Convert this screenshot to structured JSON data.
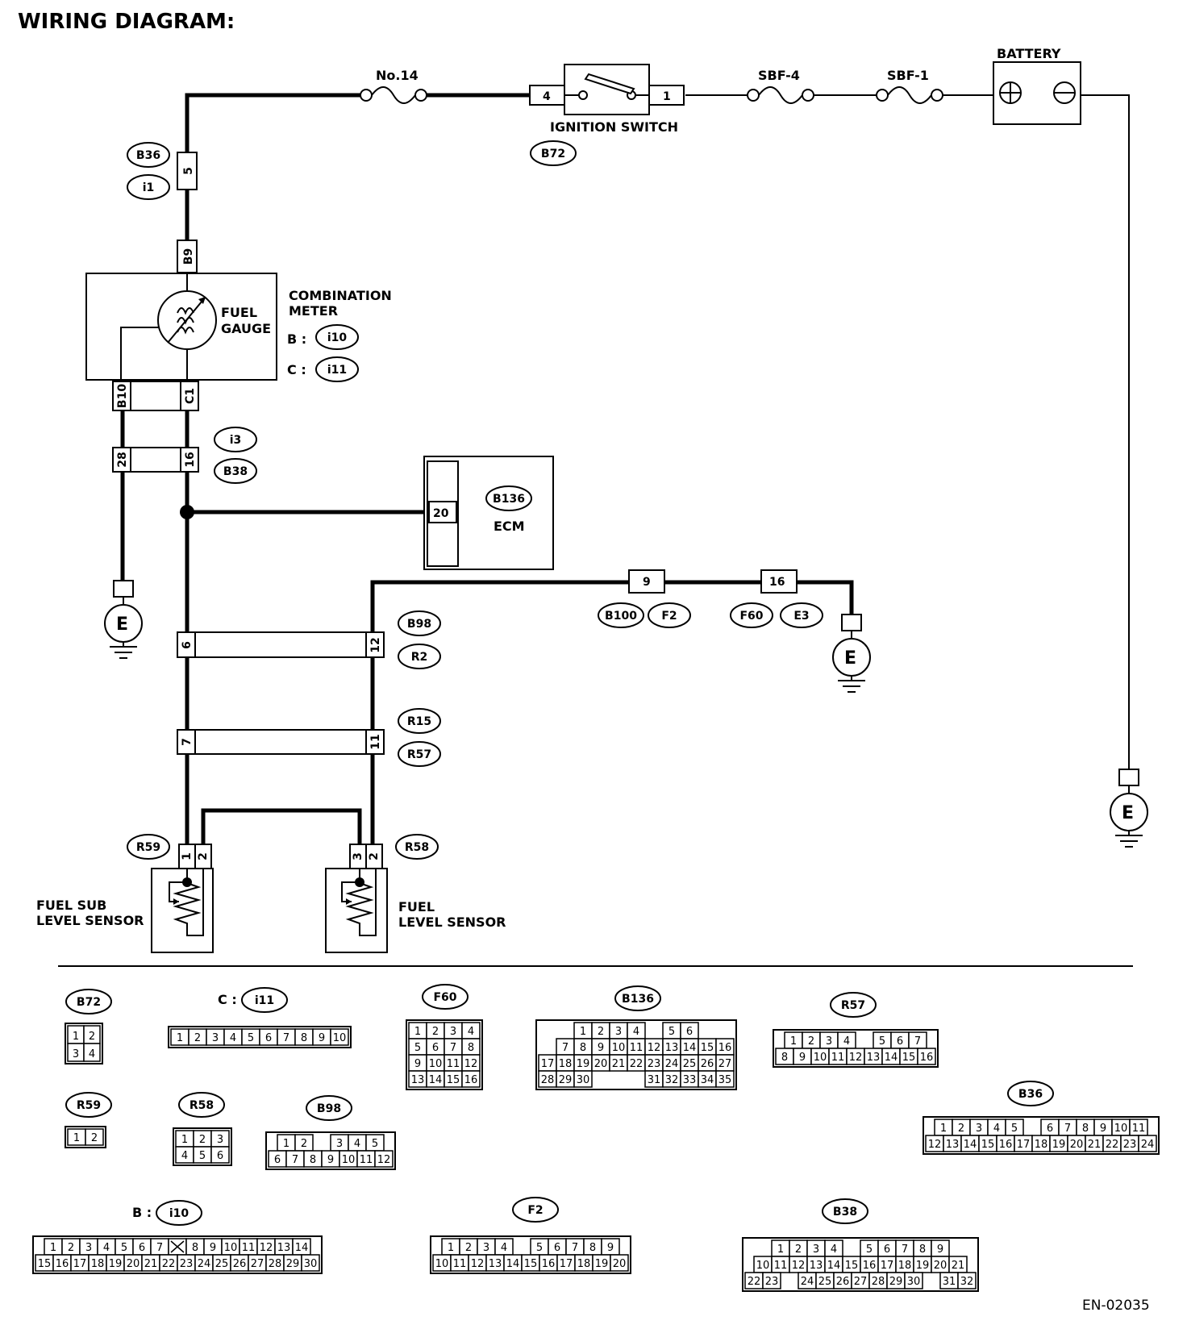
{
  "header": {
    "title": "WIRING DIAGRAM:"
  },
  "components": {
    "fuse_no14": "No.14",
    "sbf4": "SBF-4",
    "sbf1": "SBF-1",
    "battery": "BATTERY",
    "ignition_switch": "IGNITION SWITCH",
    "combination_meter_line1": "COMBINATION",
    "combination_meter_line2": "METER",
    "fuel_gauge_line1": "FUEL",
    "fuel_gauge_line2": "GAUGE",
    "ecm": "ECM",
    "fuel_sub_sensor_line1": "FUEL SUB",
    "fuel_sub_sensor_line2": "LEVEL SENSOR",
    "fuel_sensor_line1": "FUEL",
    "fuel_sensor_line2": "LEVEL SENSOR",
    "ground": "E",
    "b_prefix": "B :",
    "c_prefix": "C :"
  },
  "pins": {
    "ign_in": "4",
    "ign_out": "1",
    "b36": "5",
    "b9": "B9",
    "b10": "B10",
    "c1": "C1",
    "p28": "28",
    "p16": "16",
    "ecm20": "20",
    "p9": "9",
    "p16b": "16",
    "p6": "6",
    "p12": "12",
    "p7": "7",
    "p11": "11",
    "r59_1": "1",
    "r59_2": "2",
    "r58_3": "3",
    "r58_2": "2"
  },
  "connectors": {
    "b36": "B36",
    "i1": "i1",
    "b72": "B72",
    "i10": "i10",
    "i11": "i11",
    "i3": "i3",
    "b38": "B38",
    "b136": "B136",
    "b100": "B100",
    "f2": "F2",
    "f60": "F60",
    "e3": "E3",
    "b98": "B98",
    "r2": "R2",
    "r15": "R15",
    "r57": "R57",
    "r59": "R59",
    "r58": "R58"
  },
  "connector_views": {
    "b72": {
      "label": "B72",
      "rows": [
        [
          "1",
          "2"
        ],
        [
          "3",
          "4"
        ]
      ]
    },
    "i11": {
      "prefix": "C :",
      "label": "i11",
      "rows": [
        [
          "1",
          "2",
          "3",
          "4",
          "5",
          "6",
          "7",
          "8",
          "9",
          "10"
        ]
      ]
    },
    "f60": {
      "label": "F60",
      "rows": [
        [
          "1",
          "2",
          "3",
          "4"
        ],
        [
          "5",
          "6",
          "7",
          "8"
        ],
        [
          "9",
          "10",
          "11",
          "12"
        ],
        [
          "13",
          "14",
          "15",
          "16"
        ]
      ]
    },
    "b136": {
      "label": "B136",
      "rows": [
        [
          "1",
          "2",
          "3",
          "4",
          "",
          "5",
          "6"
        ],
        [
          "",
          "7",
          "8",
          "9",
          "10",
          "11",
          "12",
          "13",
          "14",
          "15",
          "16"
        ],
        [
          "17",
          "18",
          "19",
          "20",
          "21",
          "22",
          "23",
          "24",
          "25",
          "26",
          "27"
        ],
        [
          "28",
          "29",
          "30",
          "",
          "",
          "",
          "31",
          "32",
          "33",
          "34",
          "35"
        ]
      ]
    },
    "r57": {
      "label": "R57",
      "rows": [
        [
          "1",
          "2",
          "3",
          "4",
          "",
          "5",
          "6",
          "7"
        ],
        [
          "8",
          "9",
          "10",
          "11",
          "12",
          "13",
          "14",
          "15",
          "16"
        ]
      ]
    },
    "r59": {
      "label": "R59",
      "rows": [
        [
          "1",
          "2"
        ]
      ]
    },
    "r58": {
      "label": "R58",
      "rows": [
        [
          "1",
          "2",
          "3"
        ],
        [
          "4",
          "5",
          "6"
        ]
      ]
    },
    "b98": {
      "label": "B98",
      "rows": [
        [
          "1",
          "2",
          "",
          "3",
          "4",
          "5"
        ],
        [
          "6",
          "7",
          "8",
          "9",
          "10",
          "11",
          "12"
        ]
      ]
    },
    "b36": {
      "label": "B36",
      "rows": [
        [
          "1",
          "2",
          "3",
          "4",
          "5",
          "",
          "6",
          "7",
          "8",
          "9",
          "10",
          "11"
        ],
        [
          "12",
          "13",
          "14",
          "15",
          "16",
          "17",
          "18",
          "19",
          "20",
          "21",
          "22",
          "23",
          "24"
        ]
      ]
    },
    "i10": {
      "prefix": "B :",
      "label": "i10",
      "rows": [
        [
          "1",
          "2",
          "3",
          "4",
          "5",
          "6",
          "7",
          "X",
          "8",
          "9",
          "10",
          "11",
          "12",
          "13",
          "14"
        ],
        [
          "15",
          "16",
          "17",
          "18",
          "19",
          "20",
          "21",
          "22",
          "23",
          "24",
          "25",
          "26",
          "27",
          "28",
          "29",
          "30"
        ]
      ]
    },
    "f2": {
      "label": "F2",
      "rows": [
        [
          "1",
          "2",
          "3",
          "4",
          "",
          "5",
          "6",
          "7",
          "8",
          "9"
        ],
        [
          "10",
          "11",
          "12",
          "13",
          "14",
          "15",
          "16",
          "17",
          "18",
          "19",
          "20"
        ]
      ]
    },
    "b38": {
      "label": "B38",
      "rows": [
        [
          "1",
          "2",
          "3",
          "4",
          "",
          "5",
          "6",
          "7",
          "8",
          "9"
        ],
        [
          "10",
          "11",
          "12",
          "13",
          "14",
          "15",
          "16",
          "17",
          "18",
          "19",
          "20",
          "21"
        ],
        [
          "22",
          "23",
          "",
          "24",
          "25",
          "26",
          "27",
          "28",
          "29",
          "30",
          "",
          "31",
          "32"
        ]
      ]
    }
  },
  "footer": {
    "code": "EN-02035"
  }
}
